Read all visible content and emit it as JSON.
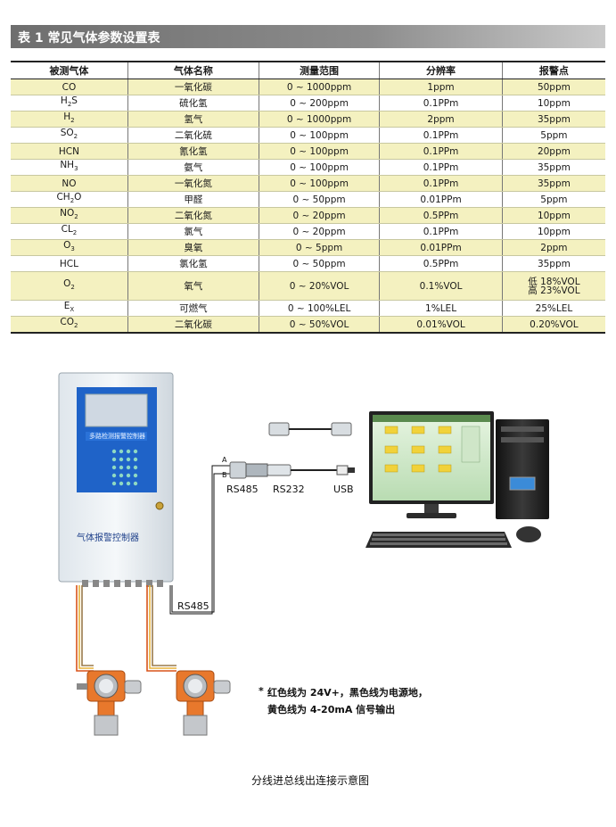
{
  "table": {
    "title": "表 1 常见气体参数设置表",
    "headers": [
      "被测气体",
      "气体名称",
      "测量范围",
      "分辨率",
      "报警点"
    ],
    "rows": [
      {
        "gas": "CO",
        "sub": "",
        "gas_tail": "",
        "name": "一氧化碳",
        "range": "0 ~ 1000ppm",
        "resolution": "1ppm",
        "alarm": "50ppm"
      },
      {
        "gas": "H",
        "sub": "2",
        "gas_tail": "S",
        "name": "硫化氢",
        "range": "0 ~ 200ppm",
        "resolution": "0.1PPm",
        "alarm": "10ppm"
      },
      {
        "gas": "H",
        "sub": "2",
        "gas_tail": "",
        "name": "氢气",
        "range": "0 ~ 1000ppm",
        "resolution": "2ppm",
        "alarm": "35ppm"
      },
      {
        "gas": "SO",
        "sub": "2",
        "gas_tail": "",
        "name": "二氧化硫",
        "range": "0 ~ 100ppm",
        "resolution": "0.1PPm",
        "alarm": "5ppm"
      },
      {
        "gas": "HCN",
        "sub": "",
        "gas_tail": "",
        "name": "氰化氢",
        "range": "0 ~ 100ppm",
        "resolution": "0.1PPm",
        "alarm": "20ppm"
      },
      {
        "gas": "NH",
        "sub": "3",
        "gas_tail": "",
        "name": "氨气",
        "range": "0 ~ 100ppm",
        "resolution": "0.1PPm",
        "alarm": "35ppm"
      },
      {
        "gas": "NO",
        "sub": "",
        "gas_tail": "",
        "name": "一氧化氮",
        "range": "0 ~ 100ppm",
        "resolution": "0.1PPm",
        "alarm": "35ppm"
      },
      {
        "gas": "CH",
        "sub": "2",
        "gas_tail": "O",
        "name": "甲醛",
        "range": "0 ~ 50ppm",
        "resolution": "0.01PPm",
        "alarm": "5ppm"
      },
      {
        "gas": "NO",
        "sub": "2",
        "gas_tail": "",
        "name": "二氧化氮",
        "range": "0 ~ 20ppm",
        "resolution": "0.5PPm",
        "alarm": "10ppm"
      },
      {
        "gas": "CL",
        "sub": "2",
        "gas_tail": "",
        "name": "氯气",
        "range": "0 ~ 20ppm",
        "resolution": "0.1PPm",
        "alarm": "10ppm"
      },
      {
        "gas": "O",
        "sub": "3",
        "gas_tail": "",
        "name": "臭氧",
        "range": "0 ~ 5ppm",
        "resolution": "0.01PPm",
        "alarm": "2ppm"
      },
      {
        "gas": "HCL",
        "sub": "",
        "gas_tail": "",
        "name": "氯化氢",
        "range": "0 ~ 50ppm",
        "resolution": "0.5PPm",
        "alarm": "35ppm"
      },
      {
        "gas": "O",
        "sub": "2",
        "gas_tail": "",
        "name": "氧气",
        "range": "0 ~ 20%VOL",
        "resolution": "0.1%VOL",
        "alarm": "低 18%VOL",
        "alarm2": "高 23%VOL"
      },
      {
        "gas": "E",
        "sub": "X",
        "gas_tail": "",
        "name": "可燃气",
        "range": "0 ~ 100%LEL",
        "resolution": "1%LEL",
        "alarm": "25%LEL"
      },
      {
        "gas": "CO",
        "sub": "2",
        "gas_tail": "",
        "name": "二氧化碳",
        "range": "0 ~ 50%VOL",
        "resolution": "0.01%VOL",
        "alarm": "0.20%VOL"
      }
    ]
  },
  "diagram": {
    "controller_screen_text": "多路检测报警控制器",
    "controller_label": "气体报警控制器",
    "wire_label_a": "A",
    "wire_label_b": "B",
    "connector_labels": [
      "RS485",
      "RS232",
      "USB"
    ],
    "bus_label": "RS485",
    "note_star": "*",
    "note_line1": "红色线为 24V+，黑色线为电源地，",
    "note_line2": "黄色线为 4-20mA 信号输出",
    "caption": "分线进总线出连接示意图"
  },
  "colors": {
    "title_bar": "#7a7a7a",
    "row_highlight": "#f4f1c0",
    "controller_screen": "#1f63c8",
    "detector_orange": "#e8782c",
    "monitor_bg": "#d4ecd0",
    "monitor_tile": "#f1d23a"
  }
}
